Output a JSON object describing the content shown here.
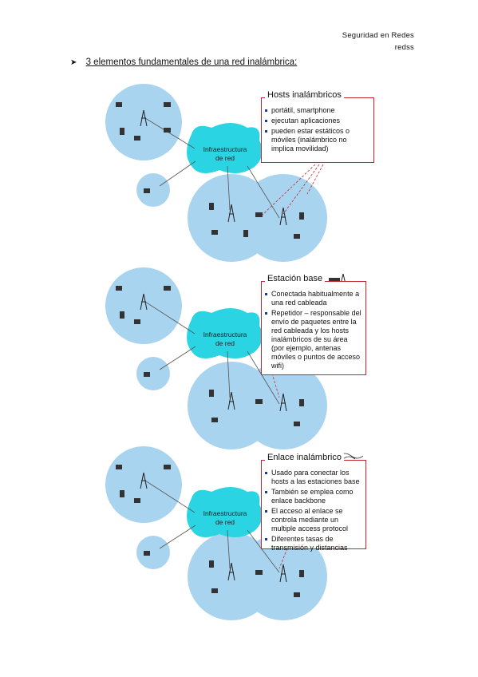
{
  "header": {
    "line1": "Seguridad en Redes",
    "line2": "redss"
  },
  "section": {
    "bullet": "➤",
    "text": "3 elementos fundamentales de una red inalámbrica:"
  },
  "infra_label": [
    "Infraestructura",
    "de red"
  ],
  "callouts": [
    {
      "title": "Hosts inalámbricos",
      "items": [
        "portátil, smartphone",
        "ejecutan aplicaciones",
        "pueden estar estáticos o móviles (inalámbrico no implica movilidad)"
      ]
    },
    {
      "title": "Estación base",
      "items": [
        "Conectada habitualmente a una red cableada",
        "Repetidor – responsable del envío de paquetes entre la red cableada y los hosts inalámbricos de su área (por ejemplo, antenas móviles o puntos de acceso wifi)"
      ]
    },
    {
      "title": "Enlace inalámbrico",
      "items": [
        "Usado para conectar los hosts a las estaciones base",
        "También se emplea como enlace backbone",
        "El acceso al enlace se controla mediante un multiple access protocol",
        "Diferentes tasas de transmisión y distancias"
      ]
    }
  ],
  "colors": {
    "cloud": "#a9d4f0",
    "infra": "#2ad4e3",
    "callout_border": "#c0282d",
    "bullet": "#1d3a8f"
  }
}
